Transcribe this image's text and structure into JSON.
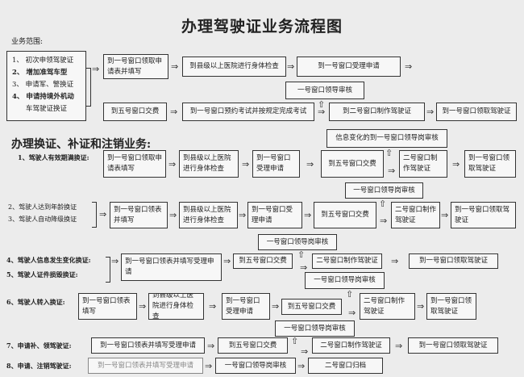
{
  "title": "办理驾驶证业务流程图",
  "scope_label": "业务范围:",
  "scope_items": [
    "1、 初次申领驾驶证",
    "2、 增加准驾车型",
    "3、 申请军、警换证",
    "4、 申请持境外机动",
    "　　车驾驶证换证"
  ],
  "first": {
    "row1": [
      "到一号窗口领取申请表并填写",
      "到县级以上医院进行身体检查",
      "到一号窗口受理申请"
    ],
    "review": "一号窗口领导审核",
    "row2": [
      "到五号窗口交费",
      "到一号窗口预约考试并按规定完成考试",
      "到二号窗口制作驾驶证",
      "到一号窗口领取驾驶证"
    ]
  },
  "section_title": "办理换证、补证和注销业务:",
  "flows": {
    "f1": {
      "labels": [
        "1、驾驶人有效期满换证:"
      ],
      "review": "信息变化的到一号窗口领导岗审核",
      "steps": [
        "到一号窗口领取申请表填写",
        "到县级以上医院进行身体检查",
        "到一号窗口受理申请",
        "到五号窗口交费",
        "二号窗口制作驾驶证",
        "到一号窗口领取驾驶证"
      ]
    },
    "f2": {
      "labels": [
        "2、驾驶人达到年龄换证",
        "3、驾驶人自动降级换证"
      ],
      "review": "一号窗口领导岗审核",
      "steps": [
        "到一号窗口领表并填写",
        "到县级以上医院进行身体检查",
        "到一号窗口受理申请",
        "到五号窗口交费",
        "二号窗口制作驾驶证",
        "到一号窗口领取驾驶证"
      ]
    },
    "f4": {
      "labels": [
        "4、驾驶人信息发生变化换证:",
        "5、驾驶人证件损毁换证:"
      ],
      "review": "一号窗口领导岗审核",
      "steps": [
        "到一号窗口领表并填写受理申请",
        "到五号窗口交费",
        "二号窗口制作驾驶证",
        "到一号窗口领取驾驶证"
      ]
    },
    "f6": {
      "labels": [
        "6、驾驶人转入换证:"
      ],
      "review": "一号窗口领导岗审核",
      "steps": [
        "到一号窗口领表填写",
        "到县级以上医院进行身体检查",
        "到一号窗口受理申请",
        "到五号窗口交费",
        "二号窗口制作驾驶证",
        "到一号窗口领取驾驶证"
      ]
    },
    "f7": {
      "labels": [
        "7、申请补、领驾驶证:"
      ],
      "review": "一号窗口领导岗审核",
      "steps": [
        "到一号窗口领表并填写受理申请",
        "到五号窗口交费",
        "二号窗口制作驾驶证",
        "到一号窗口领取驾驶证"
      ]
    },
    "f8": {
      "labels": [
        "8、申请、注销驾驶证:"
      ],
      "steps": [
        "到一号窗口领表并填写受理申请",
        "一号窗口领导岗审核",
        "二号窗口归档"
      ]
    }
  }
}
